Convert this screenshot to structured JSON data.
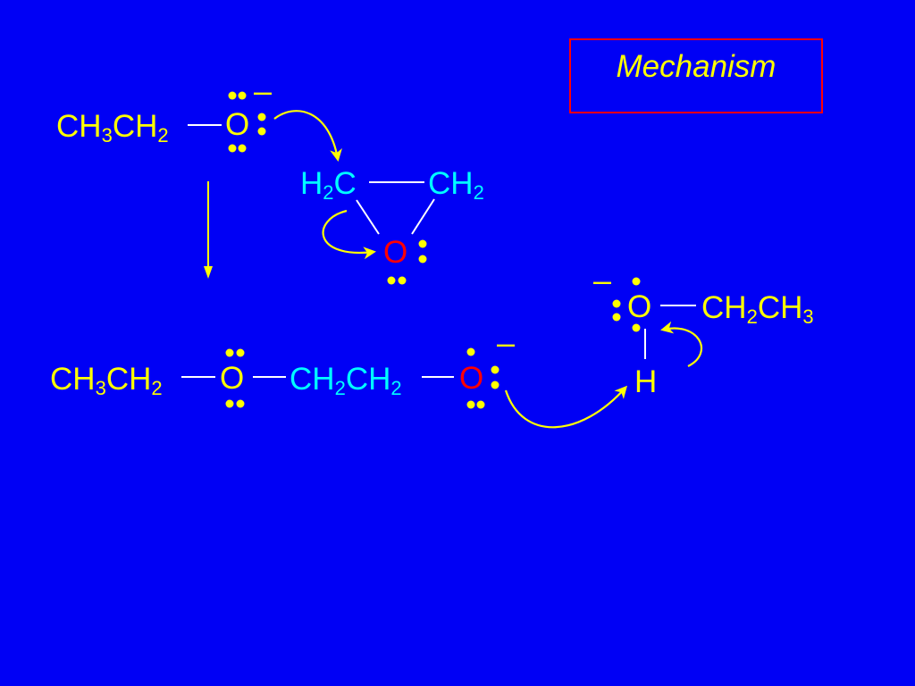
{
  "title": "Mechanism",
  "colors": {
    "background": "#0000f5",
    "reagent_text": "#ffff00",
    "epoxide_text": "#00ffff",
    "oxygen_highlight": "#ff0000",
    "title_border": "#ff0000",
    "arrows": "#ffff00"
  },
  "ethoxide": {
    "group": {
      "main": "CH",
      "sub1": "3",
      "mid": "CH",
      "sub2": "2"
    },
    "oxygen": "O",
    "charge": "–"
  },
  "epoxide": {
    "left_carbon": {
      "main": "H",
      "sub": "2",
      "tail": "C"
    },
    "right_carbon": {
      "main": "CH",
      "sub": "2"
    },
    "oxygen": "O"
  },
  "product": {
    "ethyl": {
      "main": "CH",
      "sub1": "3",
      "mid": "CH",
      "sub2": "2"
    },
    "ether_oxygen": "O",
    "chain": {
      "main": "CH",
      "sub1": "2",
      "mid": "CH",
      "sub2": "2"
    },
    "alkoxide_oxygen": "O",
    "charge": "–"
  },
  "ethanol": {
    "oxygen": "O",
    "group": {
      "main": "CH",
      "sub1": "2",
      "mid": "CH",
      "sub2": "3"
    },
    "hydrogen": "H",
    "charge": "–"
  }
}
